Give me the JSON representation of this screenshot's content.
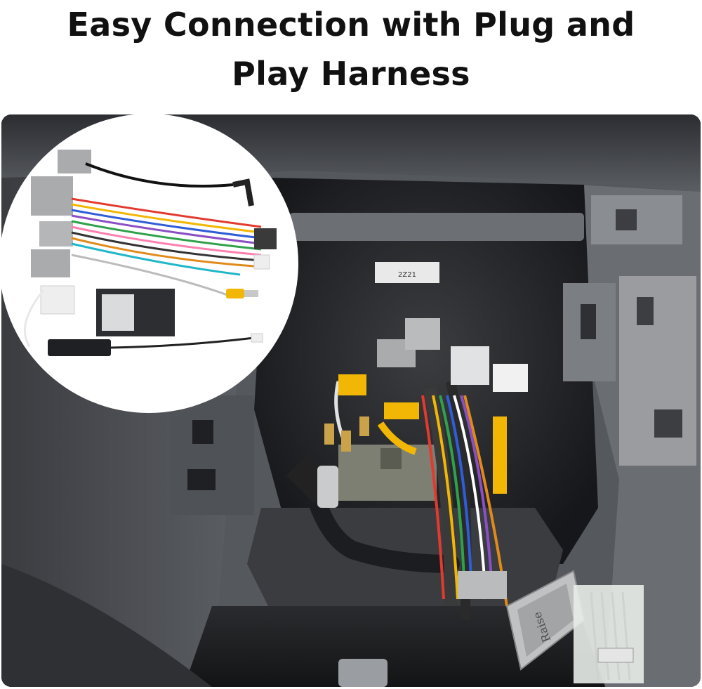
{
  "headline": {
    "line1": "Easy Connection with Plug and",
    "line2": "Play Harness"
  },
  "photo": {
    "module_label": "Raise",
    "sticker_text": "2Z21"
  },
  "colors": {
    "background": "#ffffff",
    "headline": "#111111",
    "dash_gray": "#6d7075",
    "connector_gray": "#a9abad",
    "wire_yellow": "#f2b705",
    "wire_red": "#e23a2e",
    "wire_blue": "#2f5dd8"
  }
}
